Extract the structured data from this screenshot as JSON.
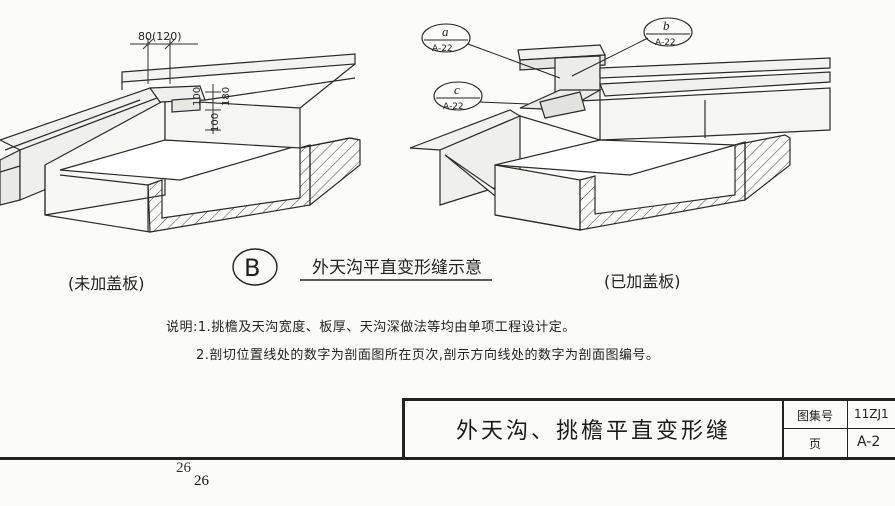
{
  "section_letter": "B",
  "section_title": "外天沟平直变形缝示意",
  "caption_left": "(未加盖板)",
  "caption_right": "(已加盖板)",
  "dimension_top": "80(120)",
  "dimension_vertical_1": "100",
  "dimension_vertical_2": "180",
  "dimension_vertical_3": "100",
  "callouts": [
    {
      "letter": "a",
      "ref": "A-22"
    },
    {
      "letter": "b",
      "ref": "A-22"
    },
    {
      "letter": "c",
      "ref": "A-22"
    }
  ],
  "notes": {
    "line1": "说明:1.挑檐及天沟宽度、板厚、天沟深做法等均由单项工程设计定。",
    "line2": "2.剖切位置线处的数字为剖面图所在页次,剖示方向线处的数字为剖面图编号。"
  },
  "title_block": {
    "title": "外天沟、挑檐平直变形缝",
    "atlas_label": "图集号",
    "atlas_value": "11ZJ1",
    "page_label": "页",
    "page_value": "A-2"
  },
  "page_number_printed": "26",
  "page_number_overlay": "26"
}
